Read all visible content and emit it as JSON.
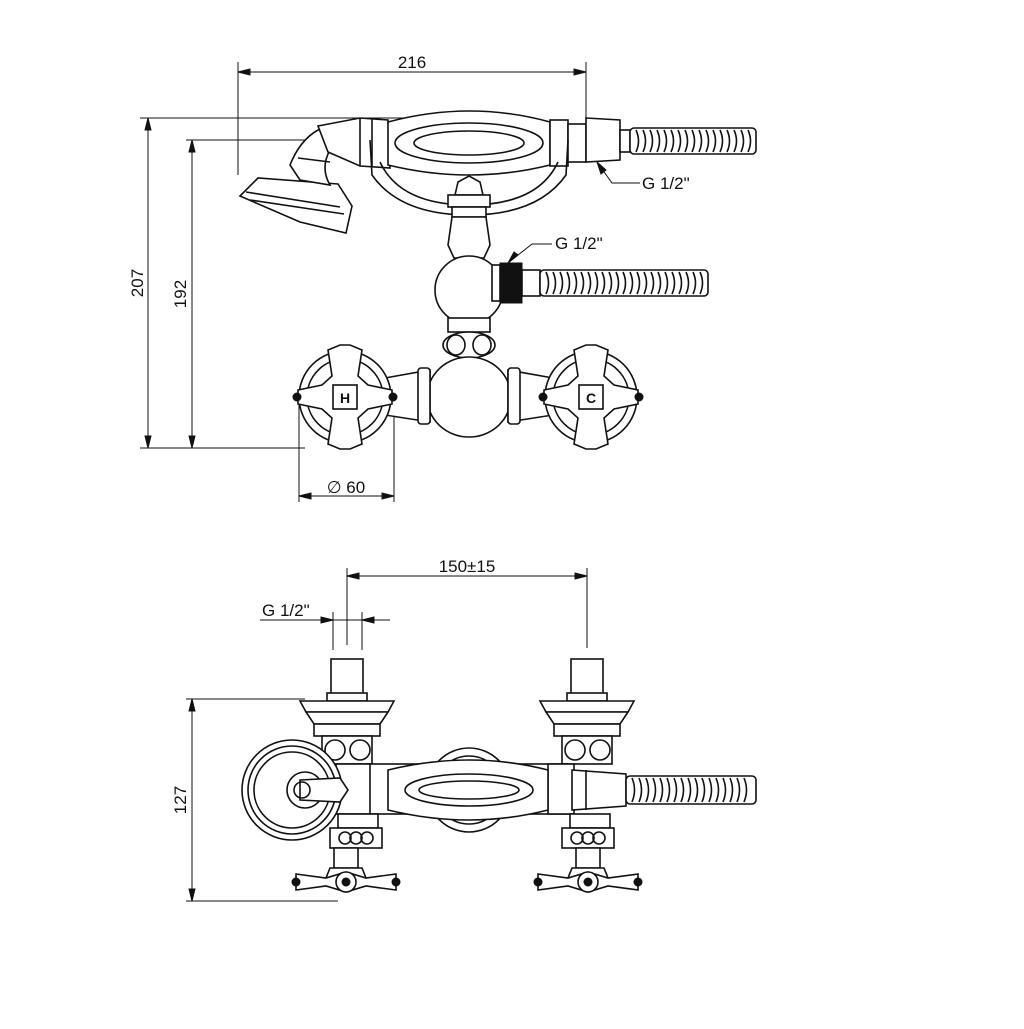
{
  "drawing": {
    "front_view": {
      "overall_width": "216",
      "overall_height": "207",
      "spout_height": "192",
      "handle_diameter": "∅ 60",
      "handshower_thread": "G 1/2\"",
      "hose_outlet_thread": "G 1/2\"",
      "hot_marker": "H",
      "cold_marker": "C"
    },
    "top_view": {
      "centers": "150±15",
      "inlet_thread": "G 1/2\"",
      "depth": "127"
    }
  }
}
